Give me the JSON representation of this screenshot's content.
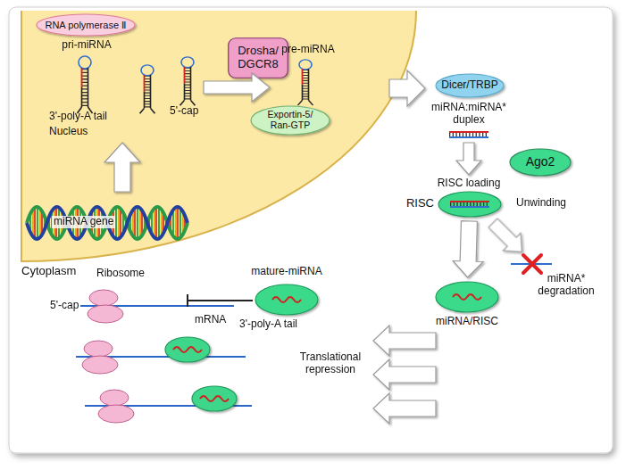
{
  "diagram": {
    "nodes": [
      {
        "text": [
          "Nucleus"
        ]
      },
      {
        "text": [
          "RNA polymerase Ⅱ"
        ],
        "in": 0
      },
      {
        "text": [
          "Drosha/ DGCR8"
        ],
        "in": 0
      },
      {
        "text": [
          "Exportin-5/ Ran-GTP"
        ],
        "in": 0
      },
      {
        "text": [
          "Dicer/TRBP"
        ]
      },
      {
        "text": [
          "Ago2"
        ]
      },
      {
        "text": [
          "RISC"
        ]
      },
      {
        "text": [
          "mature-miRNA"
        ]
      },
      {
        "text": [
          "miRNA/RISC"
        ]
      }
    ],
    "edges": [
      {
        "from": 6,
        "to": 8,
        "arrow": "to"
      }
    ],
    "labels": [
      "pri-miRNA",
      "3'-poly-A tail",
      "5'-cap",
      "miRNA gene",
      "pre-miRNA",
      "miRNA:miRNA* duplex",
      "RISC loading",
      "Unwinding",
      "Cytoplasm",
      "Ribosome",
      "5'-cap",
      "mRNA",
      "3'-poly-A tail",
      "Translational repression",
      "miRNA* degradation"
    ]
  }
}
